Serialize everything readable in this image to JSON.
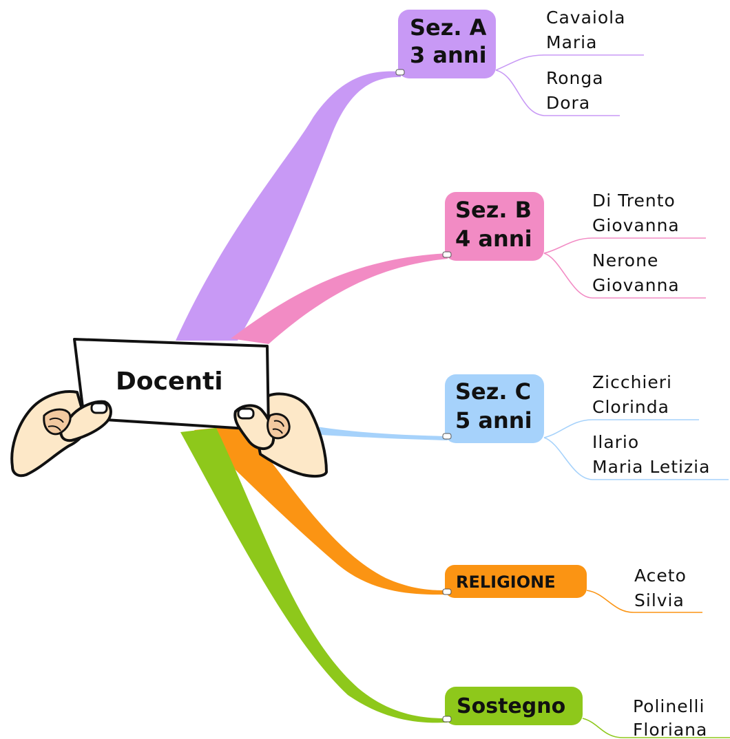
{
  "central": {
    "label": "Docenti"
  },
  "branches": [
    {
      "id": "sez-a",
      "line1": "Sez. A",
      "line2": "3 anni",
      "color": "#c899f5",
      "leaves": [
        {
          "line1": "Cavaiola",
          "line2": "Maria"
        },
        {
          "line1": "Ronga",
          "line2": "Dora"
        }
      ]
    },
    {
      "id": "sez-b",
      "line1": "Sez. B",
      "line2": "4 anni",
      "color": "#f28bc4",
      "leaves": [
        {
          "line1": "Di Trento",
          "line2": "Giovanna"
        },
        {
          "line1": "Nerone",
          "line2": "Giovanna"
        }
      ]
    },
    {
      "id": "sez-c",
      "line1": "Sez. C",
      "line2": "5 anni",
      "color": "#a6d2fb",
      "leaves": [
        {
          "line1": "Zicchieri",
          "line2": "Clorinda"
        },
        {
          "line1": "Ilario",
          "line2": "Maria Letizia"
        }
      ]
    },
    {
      "id": "religione",
      "line1": "RELIGIONE",
      "line2": "",
      "color": "#fb9413",
      "leaves": [
        {
          "line1": "Aceto",
          "line2": "Silvia"
        }
      ]
    },
    {
      "id": "sostegno",
      "line1": "Sostegno",
      "line2": "",
      "color": "#8ec81b",
      "leaves": [
        {
          "line1": "Polinelli",
          "line2": "Floriana"
        }
      ]
    }
  ]
}
